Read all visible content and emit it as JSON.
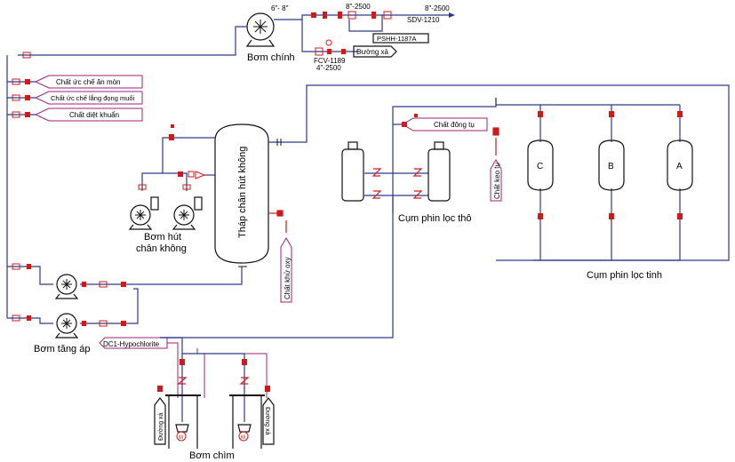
{
  "labels": {
    "main_pump": "Bơm chính",
    "pipe_6_8": "6\"- 8\"",
    "pipe_8_2500": "8\"-2500",
    "pipe_8_2500_out": "8\"-2500",
    "sdv": "SDV-1210",
    "pshh": "PSHH-1187A",
    "fcv": "FCV-1189",
    "pipe_4_2500": "4\"-2500",
    "drain_top": "Đường xả",
    "chem_corrosion": "Chất ức chế ăn mòn",
    "chem_scale": "Chất ức chế lắng đọng muối",
    "chem_bactericide": "Chất diệt khuẩn",
    "vacuum_tower": "Tháp chân hút không",
    "vacuum_pump": [
      "Bơm hút",
      "chân không"
    ],
    "oxygen_scavenger": "Chất khử oxy",
    "coagulant": "Chất đông tụ",
    "flocculant": "Chất keo tụ",
    "coarse_filter": "Cụm phin lọc thô",
    "fine_filter": "Cụm phin lọc tinh",
    "filter_c": "C",
    "filter_b": "B",
    "filter_a": "A",
    "booster_pump": "Bơm tăng áp",
    "hypochlorite": "DC1-Hypochlorite",
    "drain_left": "Đường xả",
    "drain_right": "Đường xả",
    "submersible_pump": "Bơm chìm",
    "motor": "M"
  },
  "colors": {
    "process_line": "#2b3a8c",
    "chemical_line": "#a0207a",
    "valve": "#d01a1a",
    "equipment": "#111111"
  }
}
